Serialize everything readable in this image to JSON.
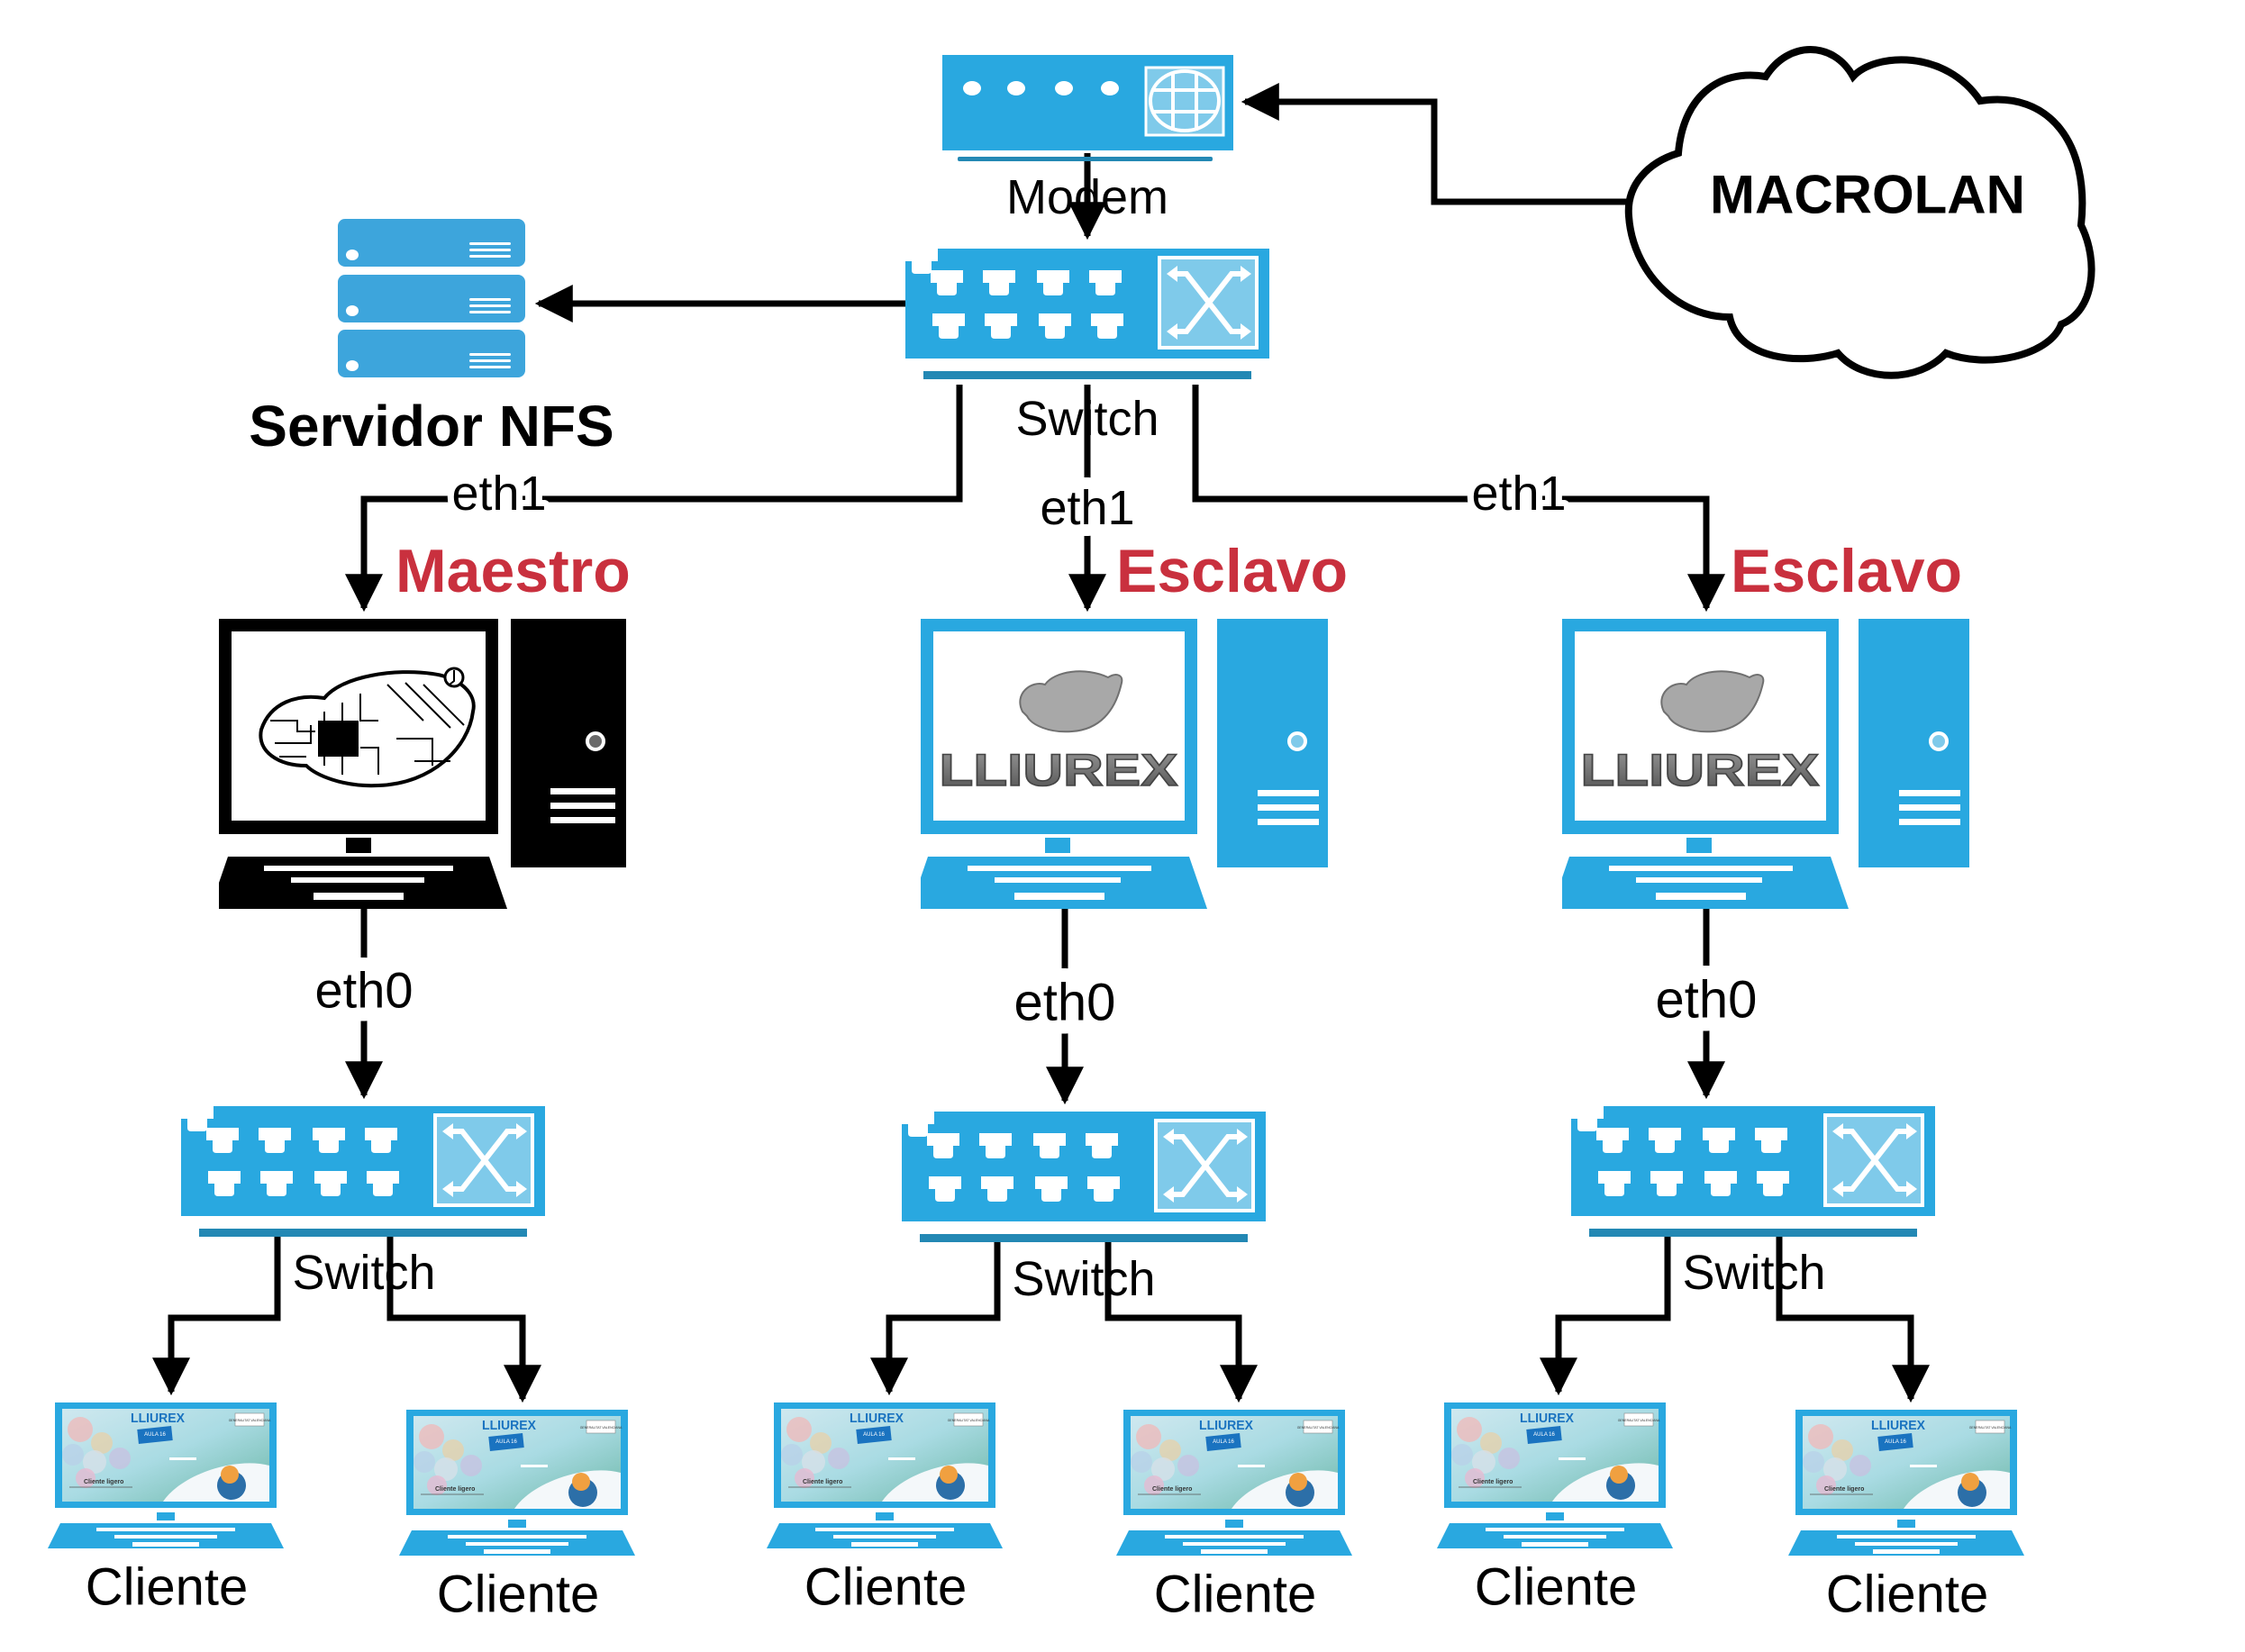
{
  "title": "LliureX network: NFS server, master and slave servers with thin clients",
  "colors": {
    "device_blue": "#29A8E0",
    "device_light": "#7FCAEA",
    "device_bar": "#2388B4",
    "server_blue": "#3DA5DC",
    "role_red": "#C9303E",
    "wire": "#000000"
  },
  "internet": {
    "label": "MACROLAN",
    "icon": "cloud-icon"
  },
  "modem": {
    "label": "Modem",
    "icon": "modem-icon"
  },
  "core_switch": {
    "label": "Switch",
    "icon": "switch-icon"
  },
  "nfs_server": {
    "label": "Servidor NFS",
    "icon": "server-rack-icon"
  },
  "uplinks": [
    {
      "label": "eth1",
      "to": "Maestro"
    },
    {
      "label": "eth1",
      "to": "Esclavo"
    },
    {
      "label": "eth1",
      "to": "Esclavo"
    }
  ],
  "servers": [
    {
      "role": "Maestro",
      "screen": "circuit-leaf-logo",
      "nic_down": "eth0",
      "switch_label": "Switch",
      "style": "black"
    },
    {
      "role": "Esclavo",
      "screen": "LLIUREX",
      "nic_down": "eth0",
      "switch_label": "Switch",
      "style": "blue"
    },
    {
      "role": "Esclavo",
      "screen": "LLIUREX",
      "nic_down": "eth0",
      "switch_label": "Switch",
      "style": "blue"
    }
  ],
  "lliurex_logo_text": "LLIUREX",
  "client_screen": {
    "brand": "LLIUREX",
    "classroom": "AULA",
    "classroom_no": "16",
    "login_caption": "Cliente ligero",
    "gva": "GENERALITAT VALENCIANA"
  },
  "clients": [
    {
      "label": "Cliente"
    },
    {
      "label": "Cliente"
    },
    {
      "label": "Cliente"
    },
    {
      "label": "Cliente"
    },
    {
      "label": "Cliente"
    },
    {
      "label": "Cliente"
    }
  ]
}
